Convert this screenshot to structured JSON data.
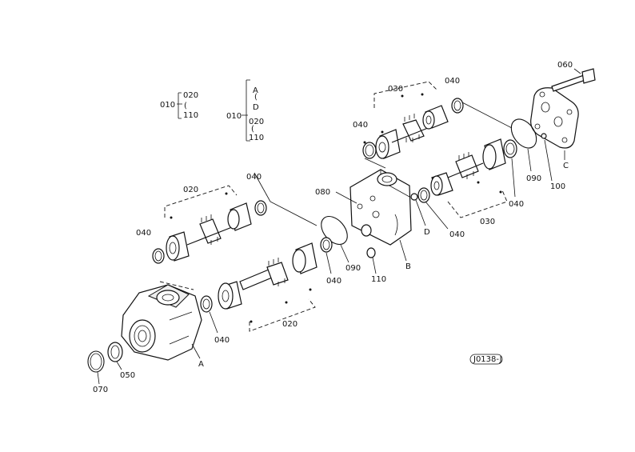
{
  "legend": {
    "left": {
      "assy": "010",
      "parts": [
        "020",
        "110"
      ]
    },
    "right": {
      "assy": "010",
      "parts": [
        "A",
        "D",
        "020",
        "110"
      ]
    }
  },
  "callouts": {
    "top_030": "030",
    "top_040a": "040",
    "top_040b": "040",
    "p060": "060",
    "p090_right": "090",
    "p100": "100",
    "pC": "C",
    "p080": "080",
    "pD": "D",
    "p040_mid": "040",
    "p030_mid": "030",
    "p040_right": "040",
    "left_020": "020",
    "left_040_top": "040",
    "left_040_left": "040",
    "p090_mid": "090",
    "p110": "110",
    "pB": "B",
    "p040_lower": "040",
    "p020_lower": "020",
    "p040_bottom": "040",
    "pA": "A",
    "p050": "050",
    "p070": "070"
  },
  "stamp": "J0138-J"
}
